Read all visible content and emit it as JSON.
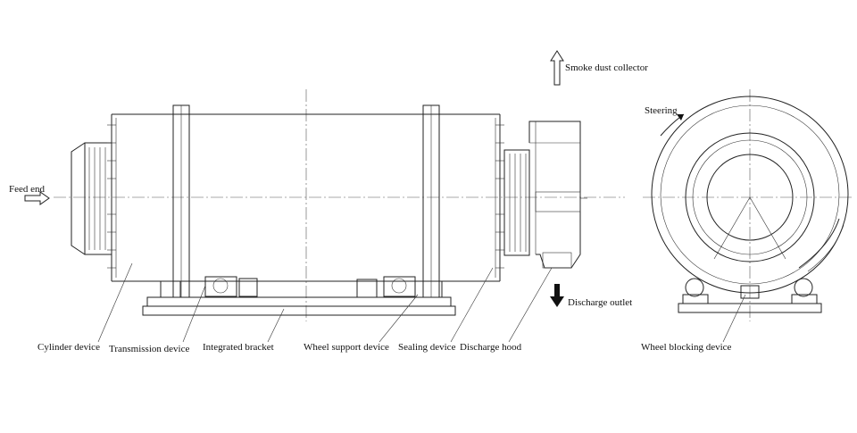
{
  "labels": {
    "feed_end": "Feed end",
    "smoke_dust_collector": "Smoke dust collector",
    "steering": "Steering",
    "discharge_outlet": "Discharge outlet",
    "cylinder_device": "Cylinder device",
    "transmission_device": "Transmission device",
    "integrated_bracket": "Integrated bracket",
    "wheel_support_device": "Wheel support device",
    "sealing_device": "Sealing device",
    "discharge_hood": "Discharge hood",
    "wheel_blocking_device": "Wheel blocking device"
  }
}
